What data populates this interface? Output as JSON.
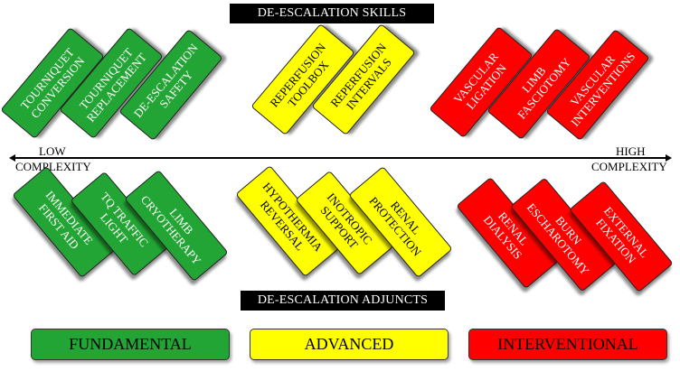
{
  "colors": {
    "fundamental": "#22a534",
    "advanced": "#ffff00",
    "interventional": "#ff0000"
  },
  "headers": {
    "skills": "DE-ESCALATION SKILLS",
    "adjuncts": "DE-ESCALATION ADJUNCTS"
  },
  "axis": {
    "low_label_1": "LOW",
    "low_label_2": "COMPLEXITY",
    "high_label_1": "HIGH",
    "high_label_2": "COMPLEXITY"
  },
  "skills": [
    {
      "label": "TOURNIQUET\nCONVERSION",
      "category": "fundamental"
    },
    {
      "label": "TOURNIQUET\nREPLACEMENT",
      "category": "fundamental"
    },
    {
      "label": "DE-ESCALATION\nSAFETY",
      "category": "fundamental"
    },
    {
      "label": "REPERFUSION\nTOOLBOX",
      "category": "advanced"
    },
    {
      "label": "REPERFUSION\nINTERVALS",
      "category": "advanced"
    },
    {
      "label": "VASCULAR\nLIGATION",
      "category": "interventional"
    },
    {
      "label": "LIMB\nFASCIOTOMY",
      "category": "interventional"
    },
    {
      "label": "VASCULAR\nINTERVENTIONS",
      "category": "interventional"
    }
  ],
  "adjuncts": [
    {
      "label": "IMMEDIATE\nFIRST AID",
      "category": "fundamental"
    },
    {
      "label": "TQ TRAFFIC\nLIGHT",
      "category": "fundamental"
    },
    {
      "label": "LIMB\nCRYOTHERAPY",
      "category": "fundamental"
    },
    {
      "label": "HYPOTHERMIA\nREVERSAL",
      "category": "advanced"
    },
    {
      "label": "INOTROPIC\nSUPPORT",
      "category": "advanced"
    },
    {
      "label": "RENAL\nPROTECTION",
      "category": "advanced"
    },
    {
      "label": "RENAL\nDIALYSIS",
      "category": "interventional"
    },
    {
      "label": "BURN\nESCHAROTOMY",
      "category": "interventional"
    },
    {
      "label": "EXTERNAL\nFIXATION",
      "category": "interventional"
    }
  ],
  "legend": [
    {
      "label": "FUNDAMENTAL",
      "category": "fundamental"
    },
    {
      "label": "ADVANCED",
      "category": "advanced"
    },
    {
      "label": "INTERVENTIONAL",
      "category": "interventional"
    }
  ]
}
